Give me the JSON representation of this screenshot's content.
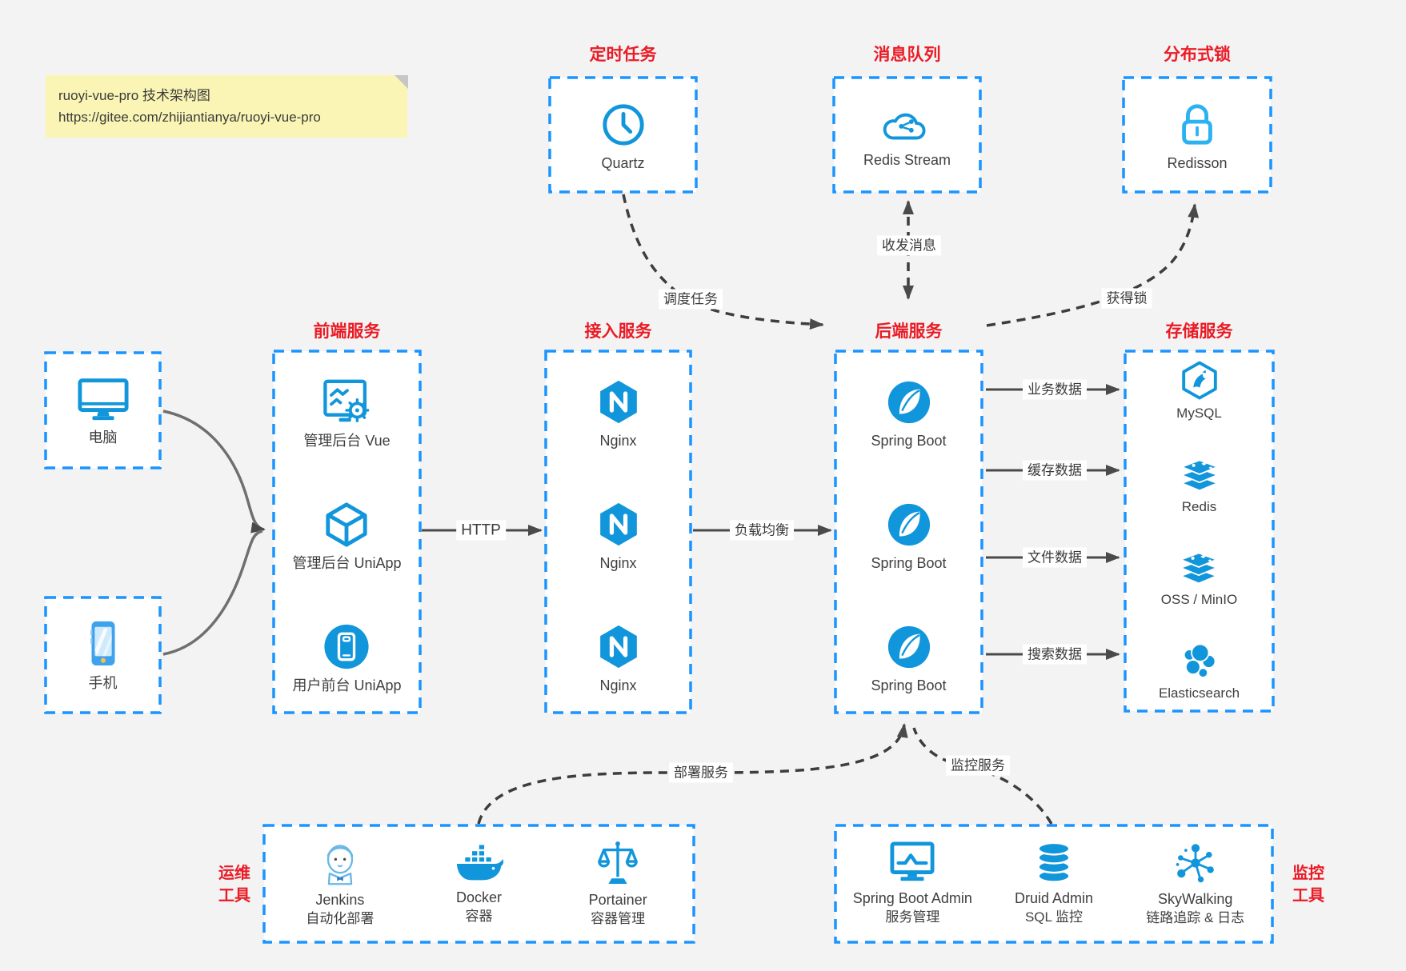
{
  "colors": {
    "background": "#f3f3f4",
    "box_border": "#1a94ff",
    "icon_blue": "#1296db",
    "icon_light_blue": "#2bb2f2",
    "title_red": "#ea1b25",
    "note_bg": "#faf5b4",
    "arrow_gray": "#4a4a4a"
  },
  "note": {
    "title": "ruoyi-vue-pro 技术架构图",
    "url": "https://gitee.com/zhijiantianya/ruoyi-vue-pro"
  },
  "top_services": [
    {
      "title": "定时任务",
      "label": "Quartz",
      "icon": "clock-icon"
    },
    {
      "title": "消息队列",
      "label": "Redis Stream",
      "icon": "cloud-network-icon"
    },
    {
      "title": "分布式锁",
      "label": "Redisson",
      "icon": "lock-icon"
    }
  ],
  "clients": [
    {
      "label": "电脑",
      "icon": "computer-icon"
    },
    {
      "label": "手机",
      "icon": "phone-icon"
    }
  ],
  "frontend": {
    "title": "前端服务",
    "items": [
      {
        "label": "管理后台 Vue",
        "icon": "admin-panel-icon"
      },
      {
        "label": "管理后台 UniApp",
        "icon": "cube-icon"
      },
      {
        "label": "用户前台 UniApp",
        "icon": "mobile-app-icon"
      }
    ]
  },
  "gateway": {
    "title": "接入服务",
    "items": [
      {
        "label": "Nginx",
        "icon": "nginx-icon"
      },
      {
        "label": "Nginx",
        "icon": "nginx-icon"
      },
      {
        "label": "Nginx",
        "icon": "nginx-icon"
      }
    ]
  },
  "backend": {
    "title": "后端服务",
    "items": [
      {
        "label": "Spring Boot",
        "icon": "spring-icon"
      },
      {
        "label": "Spring Boot",
        "icon": "spring-icon"
      },
      {
        "label": "Spring Boot",
        "icon": "spring-icon"
      }
    ]
  },
  "storage": {
    "title": "存储服务",
    "items": [
      {
        "label": "MySQL",
        "icon": "mysql-icon"
      },
      {
        "label": "Redis",
        "icon": "redis-stack-icon"
      },
      {
        "label": "OSS / MinIO",
        "icon": "storage-stack-icon"
      },
      {
        "label": "Elasticsearch",
        "icon": "elasticsearch-icon"
      }
    ]
  },
  "edges": {
    "http": "HTTP",
    "load_balance": "负载均衡",
    "business_data": "业务数据",
    "cache_data": "缓存数据",
    "file_data": "文件数据",
    "search_data": "搜索数据",
    "schedule_task": "调度任务",
    "send_receive_message": "收发消息",
    "acquire_lock": "获得锁",
    "deploy_service": "部署服务",
    "monitor_service": "监控服务"
  },
  "ops_tools": {
    "title_line1": "运维",
    "title_line2": "工具",
    "items": [
      {
        "label": "Jenkins",
        "sublabel": "自动化部署",
        "icon": "jenkins-icon"
      },
      {
        "label": "Docker",
        "sublabel": "容器",
        "icon": "docker-whale-icon"
      },
      {
        "label": "Portainer",
        "sublabel": "容器管理",
        "icon": "scales-icon"
      }
    ]
  },
  "monitor_tools": {
    "title_line1": "监控",
    "title_line2": "工具",
    "items": [
      {
        "label": "Spring Boot Admin",
        "sublabel": "服务管理",
        "icon": "monitor-chart-icon"
      },
      {
        "label": "Druid Admin",
        "sublabel": "SQL 监控",
        "icon": "database-icon"
      },
      {
        "label": "SkyWalking",
        "sublabel": "链路追踪 & 日志",
        "icon": "topology-icon"
      }
    ]
  }
}
